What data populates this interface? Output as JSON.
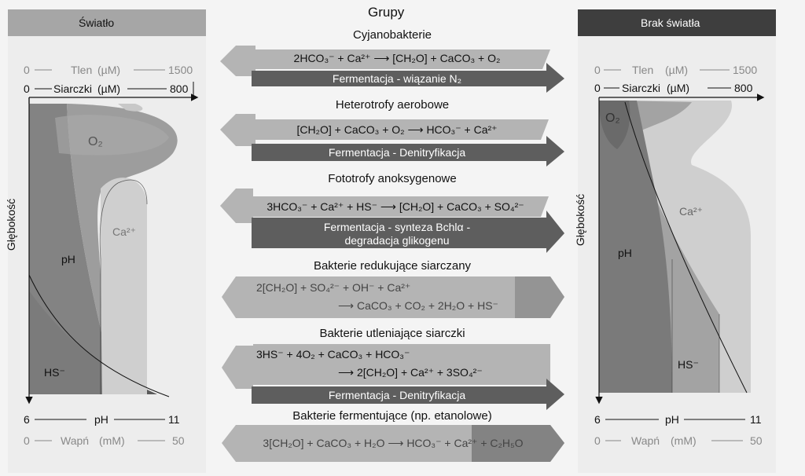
{
  "title": "Grupy",
  "left_panel": {
    "header": "Światło",
    "tlen_label": "Tlen",
    "tlen_unit": "(µM)",
    "tlen_min": "0",
    "tlen_max": "1500",
    "siarczki_label": "Siarczki",
    "siarczki_unit": "(µM)",
    "siarczki_min": "0",
    "siarczki_max": "800",
    "depth_label": "Głębokość",
    "o2": "O₂",
    "ph": "pH",
    "ca": "Ca²⁺",
    "hs": "HS⁻",
    "ph_axis_label": "pH",
    "ph_min": "6",
    "ph_max": "11",
    "wapn_label": "Wapń",
    "wapn_unit": "(mM)",
    "wapn_min": "0",
    "wapn_max": "50"
  },
  "right_panel": {
    "header": "Brak światła",
    "tlen_label": "Tlen",
    "tlen_unit": "(µM)",
    "tlen_min": "0",
    "tlen_max": "1500",
    "siarczki_label": "Siarczki",
    "siarczki_unit": "(µM)",
    "siarczki_min": "0",
    "siarczki_max": "800",
    "depth_label": "Głębokość",
    "o2": "O₂",
    "ph": "pH",
    "ca": "Ca²⁺",
    "hs": "HS⁻",
    "ph_axis_label": "pH",
    "ph_min": "6",
    "ph_max": "11",
    "wapn_label": "Wapń",
    "wapn_unit": "(mM)",
    "wapn_min": "0",
    "wapn_max": "50"
  },
  "groups": [
    {
      "name": "Cyjanobakterie",
      "reaction": "2HCO₃⁻ + Ca²⁺ ⟶ [CH₂O] + CaCO₃ + O₂",
      "process": "Fermentacja - wiązanie N₂"
    },
    {
      "name": "Heterotrofy aerobowe",
      "reaction": "[CH₂O] + CaCO₃ + O₂ ⟶ HCO₃⁻ + Ca²⁺",
      "process": "Fermentacja - Denitryfikacja"
    },
    {
      "name": "Fototrofy anoksygenowe",
      "reaction": "3HCO₃⁻ + Ca²⁺ + HS⁻ ⟶ [CH₂O] + CaCO₃ + SO₄²⁻",
      "process_line1": "Fermentacja - synteza Bchlα -",
      "process_line2": "degradacja glikogenu"
    },
    {
      "name": "Bakterie redukujące siarczany",
      "reaction_line1": "2[CH₂O] + SO₄²⁻ + OH⁻ + Ca²⁺",
      "reaction_line2": "⟶ CaCO₃ + CO₂ + 2H₂O + HS⁻"
    },
    {
      "name": "Bakterie utleniające siarczki",
      "reaction_line1": "3HS⁻ + 4O₂ + CaCO₃ + HCO₃⁻",
      "reaction_line2": "⟶ 2[CH₂O] + Ca²⁺ + 3SO₄²⁻",
      "process": "Fermentacja - Denitryfikacja"
    },
    {
      "name": "Bakterie fermentujące (np. etanolowe)",
      "reaction": "3[CH₂O] + CaCO₃ + H₂O ⟶ HCO₃⁻ + Ca²⁺ + C₂H₅O"
    }
  ],
  "colors": {
    "light_arrow": "#b4b4b4",
    "dark_arrow": "#5e5e5e",
    "left_header": "#a6a6a6",
    "right_header": "#3e3e3e"
  }
}
